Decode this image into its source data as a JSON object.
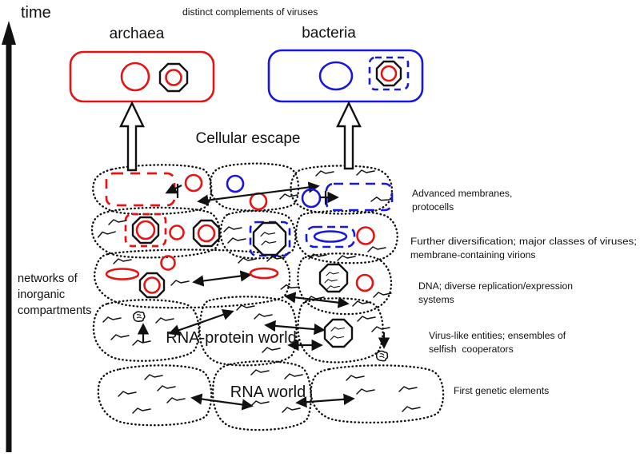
{
  "colors": {
    "red": "#e51313",
    "blue": "#1717dd",
    "ink": "#111111"
  },
  "timeline": {
    "label": "time"
  },
  "top": {
    "caption": "distinct complements of viruses",
    "archaea_label": "archaea",
    "bacteria_label": "bacteria",
    "cellular_escape_label": "Cellular escape"
  },
  "left_annotation": {
    "lines": [
      "networks of",
      "inorganic",
      "compartments"
    ]
  },
  "center_labels": {
    "rna_protein_world": "RNA-protein world",
    "rna_world": "RNA world"
  },
  "stage_annotations": [
    {
      "lines": [
        "Advanced membranes,",
        "protocells"
      ]
    },
    {
      "lines": [
        "Further diversification; major classes of viruses;",
        "membrane-containing virions"
      ]
    },
    {
      "lines": [
        "DNA; diverse replication/expression",
        "systems"
      ]
    },
    {
      "lines": [
        "Virus-like entities; ensembles of",
        "selfish  cooperators"
      ]
    },
    {
      "lines": [
        "First genetic elements"
      ]
    }
  ]
}
